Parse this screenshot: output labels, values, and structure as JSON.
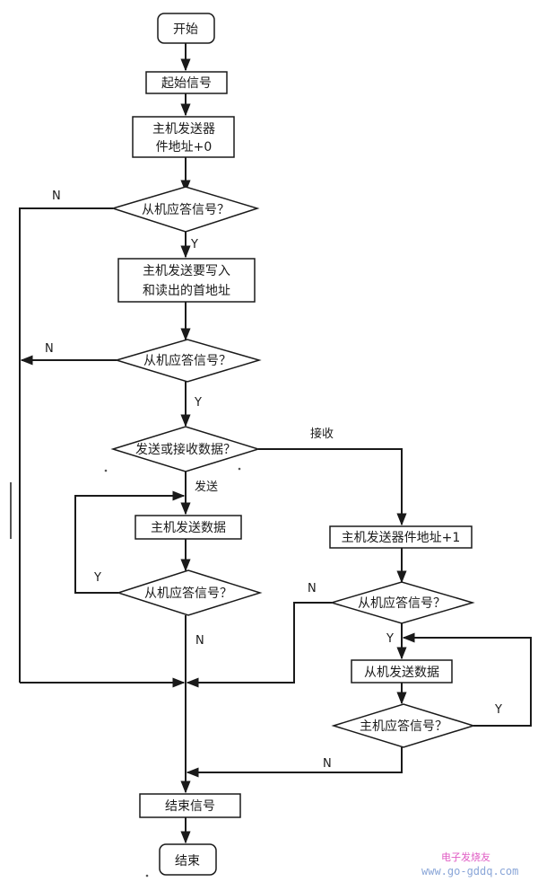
{
  "nodes": {
    "start": "开始",
    "start_signal": "起始信号",
    "send_addr_0_line1": "主机发送器",
    "send_addr_0_line2": "件地址+0",
    "ack1": "从机应答信号？",
    "send_first_addr_line1": "主机发送要写入",
    "send_first_addr_line2": "和读出的首地址",
    "ack2": "从机应答信号？",
    "send_or_receive": "发送或接收数据？",
    "master_send_data": "主机发送数据",
    "ack3": "从机应答信号？",
    "send_addr_1": "主机发送器件地址+1",
    "ack4": "从机应答信号？",
    "slave_send_data": "从机发送数据",
    "master_ack": "主机应答信号？",
    "end_signal": "结束信号",
    "end": "结束"
  },
  "labels": {
    "n1": "N",
    "y1": "Y",
    "n2": "N",
    "y2": "Y",
    "receive": "接收",
    "send": "发送",
    "y3": "Y",
    "n3": "N",
    "n4": "N",
    "y4": "Y",
    "y5": "Y",
    "n5": "N"
  },
  "watermark": {
    "line1": "电子发烧友",
    "line2": "www.go-gddq.com"
  },
  "colors": {
    "stroke": "#1a1a1a",
    "watermark_pink": "#e05cc4",
    "watermark_blue": "#8aa6d8"
  }
}
